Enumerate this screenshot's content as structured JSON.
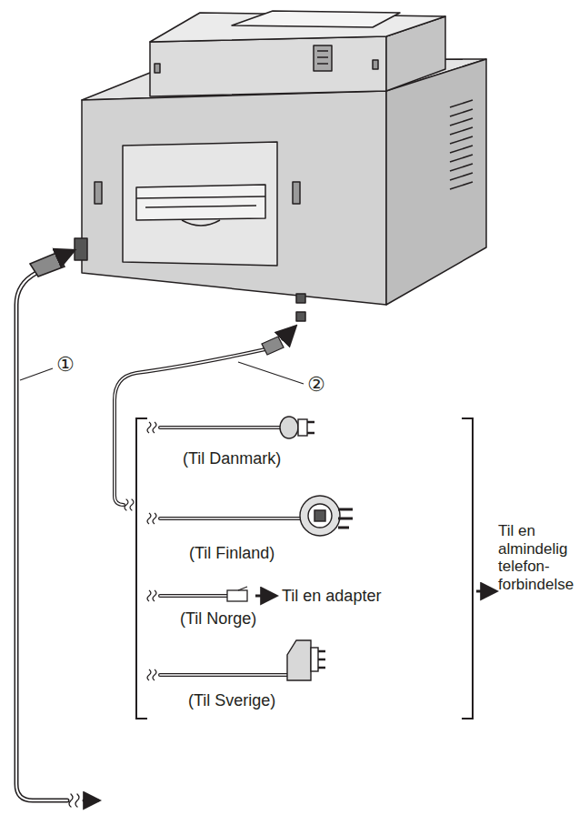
{
  "diagram": {
    "labels": [
      "①",
      "②",
      "(Til Danmark)",
      "(Til Finland)",
      "Til en adapter",
      "(Til Norge)",
      "(Til Sverige)",
      "Til en almindelig telefon- forbindelse"
    ]
  }
}
